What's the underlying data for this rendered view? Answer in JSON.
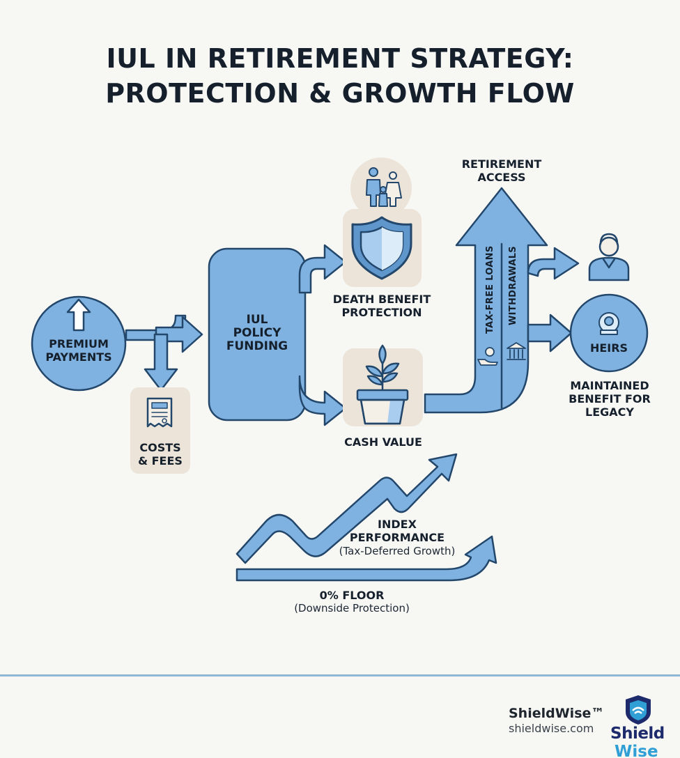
{
  "title": {
    "line1": "IUL IN RETIREMENT STRATEGY:",
    "line2": "PROTECTION & GROWTH FLOW"
  },
  "nodes": {
    "premium": {
      "line1": "PREMIUM",
      "line2": "PAYMENTS",
      "icon": "arrow-up-icon"
    },
    "costs": {
      "line1": "COSTS",
      "line2": "& FEES",
      "icon": "receipt-icon"
    },
    "iul": {
      "line1": "IUL",
      "line2": "POLICY",
      "line3": "FUNDING"
    },
    "death_benefit": {
      "line1": "DEATH BENEFIT",
      "line2": "PROTECTION",
      "icon": "shield-icon",
      "people_icon": "family-icon"
    },
    "cash_value": {
      "label": "CASH VALUE",
      "icon": "plant-pot-icon"
    },
    "retirement": {
      "line1": "RETIREMENT",
      "line2": "ACCESS"
    },
    "loans": {
      "label": "TAX-FREE LOANS",
      "icon": "money-hand-icon"
    },
    "withdrawals": {
      "label": "WITHDRAWALS",
      "icon": "bank-icon"
    },
    "retiree": {
      "icon": "retiree-icon"
    },
    "heirs": {
      "label": "HEIRS",
      "icon": "heirs-icon"
    },
    "legacy": {
      "line1": "MAINTAINED",
      "line2": "BENEFIT FOR",
      "line3": "LEGACY"
    },
    "index": {
      "line1": "INDEX",
      "line2": "PERFORMANCE",
      "sub": "(Tax-Deferred Growth)"
    },
    "floor": {
      "line1": "0% FLOOR",
      "sub": "(Downside Protection)"
    }
  },
  "colors": {
    "accent": "#7fb2e0",
    "accent_light": "#a9cdee",
    "stroke": "#23476b",
    "beige": "#ece4d8",
    "text": "#15202c"
  },
  "brand": {
    "name": "ShieldWise™",
    "url": "shieldwise.com",
    "logo_text": "Shield",
    "logo_text2": "Wise"
  }
}
